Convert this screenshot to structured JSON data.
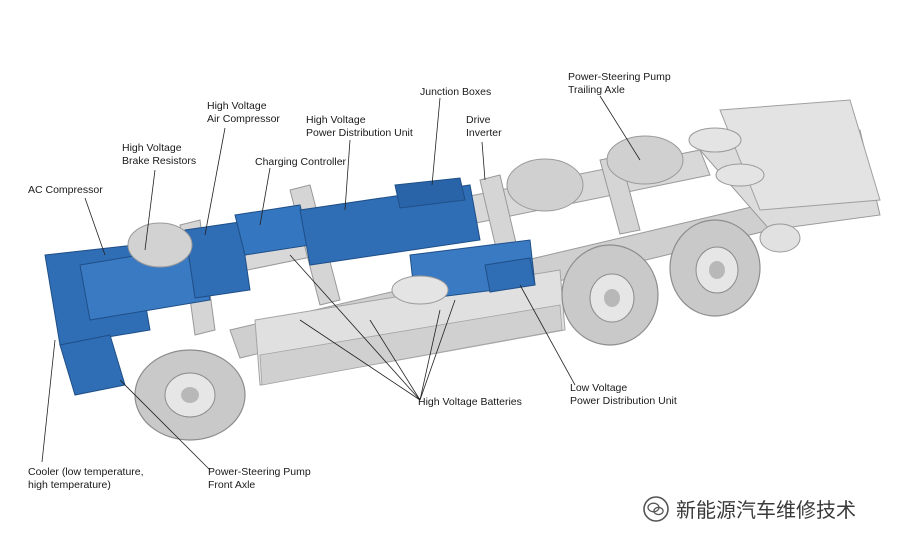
{
  "colors": {
    "component_blue": "#2f6db5",
    "chassis_grey": "#d2d2d2",
    "tire_grey": "#c4c4c4",
    "leader_line": "#222222"
  },
  "labels": {
    "ac_compressor": "AC Compressor",
    "brake_resistors": [
      "High Voltage",
      "Brake Resistors"
    ],
    "air_compressor": [
      "High Voltage",
      "Air Compressor"
    ],
    "charging_controller": "Charging Controller",
    "power_distribution": [
      "High Voltage",
      "Power Distribution Unit"
    ],
    "junction_boxes": "Junction Boxes",
    "drive_inverter": [
      "Drive",
      "Inverter"
    ],
    "steering_trailing": [
      "Power-Steering Pump",
      "Trailing Axle"
    ],
    "low_voltage_pdu": [
      "Low Voltage",
      "Power Distribution Unit"
    ],
    "hv_batteries": "High Voltage Batteries",
    "cooler": [
      "Cooler (low temperature,",
      "high temperature)"
    ],
    "steering_front": [
      "Power-Steering Pump",
      "Front Axle"
    ]
  },
  "watermark": {
    "text": "新能源汽车维修技术",
    "icon": "wechat-icon"
  }
}
